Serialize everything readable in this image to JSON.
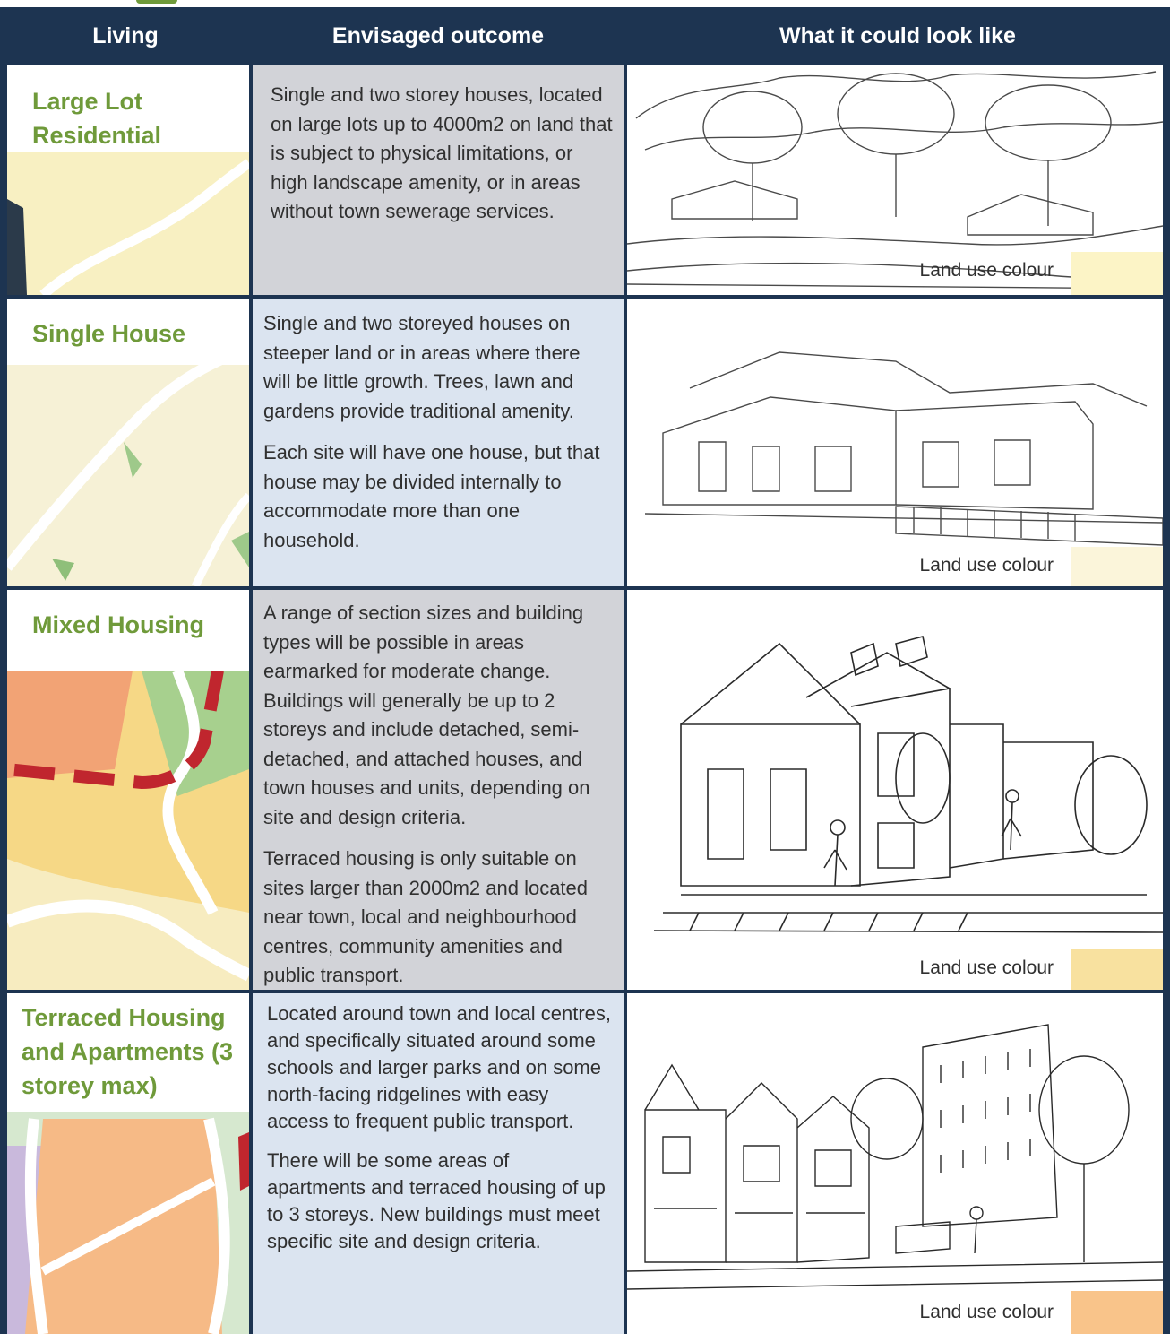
{
  "header": {
    "col_living": "Living",
    "col_outcome": "Envisaged outcome",
    "col_look": "What it could look like"
  },
  "colors": {
    "header_bg": "#1d3451",
    "label_green": "#6f9a3a",
    "row_grey": "#d2d3d8",
    "row_blue": "#dbe4f0"
  },
  "rows": [
    {
      "label": "Large Lot Residential",
      "outcome": [
        "Single and two storey houses, located on large lots up to 4000m2 on land that is subject to physical limitations, or high landscape amenity, or in areas without town sewerage services."
      ],
      "swatch_label": "Land use colour",
      "swatch_color": "#fcf4c6"
    },
    {
      "label": "Single House",
      "outcome": [
        "Single and two storeyed houses on steeper land or in areas where there will be little growth. Trees, lawn and gardens provide traditional amenity.",
        "Each site will have one house, but that house may be divided internally to accommodate more than one household."
      ],
      "swatch_label": "Land use colour",
      "swatch_color": "#fbf5da"
    },
    {
      "label": "Mixed Housing",
      "outcome": [
        "A range of section sizes and building types will be possible in areas earmarked for moderate change. Buildings will generally be up to 2 storeys and include detached, semi-detached, and attached houses, and town houses and units, depending on site and design criteria.",
        "Terraced housing is only suitable on sites larger than 2000m2 and located near town, local and neighbourhood centres, community amenities and public transport."
      ],
      "swatch_label": "Land use colour",
      "swatch_color": "#f8e19f"
    },
    {
      "label": "Terraced Housing and Apartments (3 storey max)",
      "outcome": [
        "Located around town and local centres, and specifically situated around some schools and larger parks and on some north-facing ridgelines with easy access to frequent public transport.",
        "There will be some areas of apartments and terraced housing of up to 3 storeys. New buildings must meet specific site and design criteria."
      ],
      "swatch_label": "Land use colour",
      "swatch_color": "#f9c48a"
    }
  ]
}
